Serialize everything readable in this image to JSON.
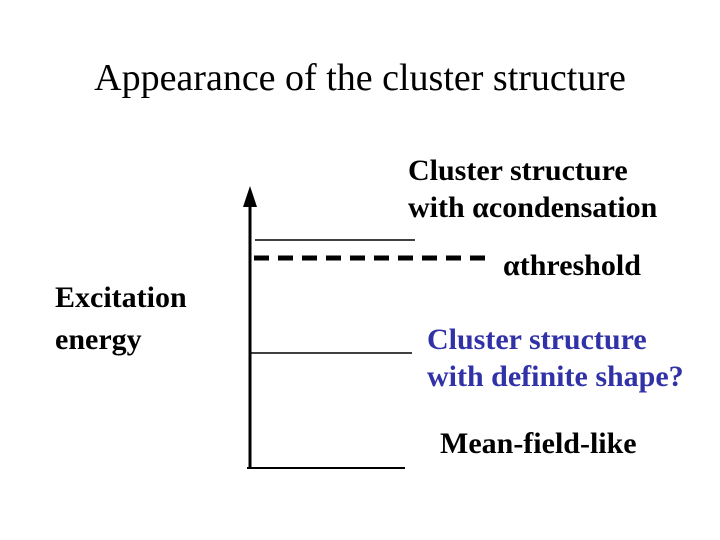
{
  "slide": {
    "title": "Appearance of the cluster structure"
  },
  "axis": {
    "name": "excitation-energy-axis",
    "label_line1": "Excitation",
    "label_line2": "energy"
  },
  "levels": [
    {
      "id": "alpha-condensation",
      "label_line1": "Cluster structure",
      "label_line2": "with αcondensation",
      "line_style": "solid-thin"
    },
    {
      "id": "alpha-threshold",
      "label_line1": "αthreshold",
      "line_style": "dashed-thick"
    },
    {
      "id": "definite-shape",
      "label_line1": "Cluster structure",
      "label_line2": "with definite shape?",
      "line_style": "solid-thin"
    },
    {
      "id": "mean-field",
      "label_line1": "Mean-field-like",
      "line_style": "solid-thin"
    }
  ],
  "colors": {
    "background": "#ffffff",
    "text": "#000000",
    "definite_shape_text": "#3232a8",
    "lines": "#000000"
  }
}
